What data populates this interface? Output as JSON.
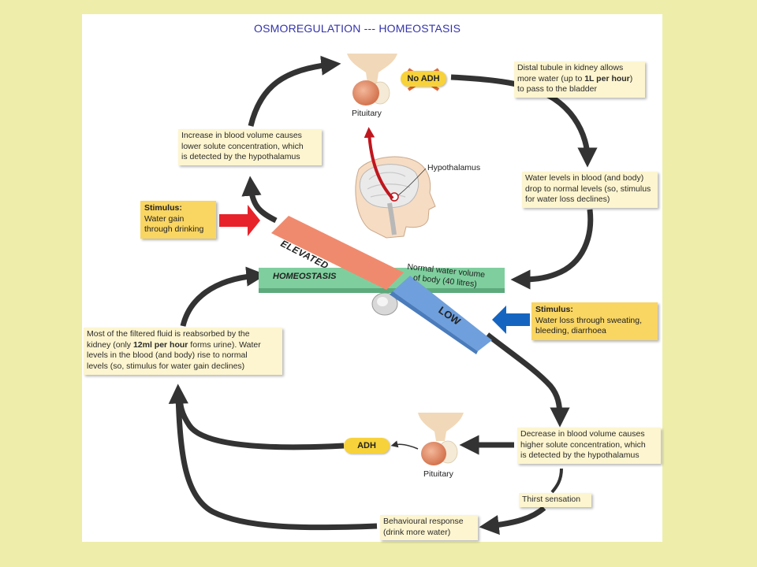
{
  "title": "OSMOREGULATION ---  HOMEOSTASIS",
  "boxes": {
    "distal_1": "Distal tubule in kidney allows",
    "distal_2a": "more water (up to ",
    "distal_2b": "1L per hour",
    "distal_2c": ")",
    "distal_3": "to pass to the bladder",
    "drop_1": "Water levels in blood (and body)",
    "drop_2": "drop to normal levels (so, stimulus",
    "drop_3": "for water loss declines)",
    "increase_1": "Increase in blood volume causes",
    "increase_2": "lower solute concentration, which",
    "increase_3": "is detected by the hypothalamus",
    "reabsorb_1": "Most of the filtered fluid is reabsorbed by the",
    "reabsorb_2a": "kidney (only ",
    "reabsorb_2b": "12ml per hour",
    "reabsorb_2c": " forms urine). Water",
    "reabsorb_3": "levels in the blood (and body) rise to normal",
    "reabsorb_4": "levels (so, stimulus for water gain declines)",
    "decrease_1": "Decrease in blood volume causes",
    "decrease_2": "higher solute concentration, which",
    "decrease_3": "is detected by the hypothalamus",
    "thirst": "Thirst sensation",
    "behaviour_1": "Behavioural response",
    "behaviour_2": "(drink more water)"
  },
  "stimulus_gain": {
    "head": "Stimulus:",
    "line1": "Water gain",
    "line2": "through drinking"
  },
  "stimulus_loss": {
    "head": "Stimulus:",
    "line1": "Water loss through sweating,",
    "line2": "bleeding, diarrhoea"
  },
  "labels": {
    "pituitary_top": "Pituitary",
    "pituitary_bottom": "Pituitary",
    "hypothalamus": "Hypothalamus",
    "no_adh": "No ADH",
    "adh": "ADH"
  },
  "seesaw": {
    "elevated": "ELEVATED",
    "low": "LOW",
    "homeostasis": "HOMEOSTASIS",
    "normal_1": "Normal water volume",
    "normal_2": "of body (40 litres)"
  },
  "colors": {
    "background": "#eeeeaa",
    "elevated": "#f08a6e",
    "low": "#6f9fdc",
    "homeostasis": "#7fcf9e",
    "stimulus": "#f9d562",
    "note": "#fdf5cf",
    "arrow": "#333333",
    "gain_arrow": "#e8222a",
    "loss_arrow": "#1565c0"
  }
}
